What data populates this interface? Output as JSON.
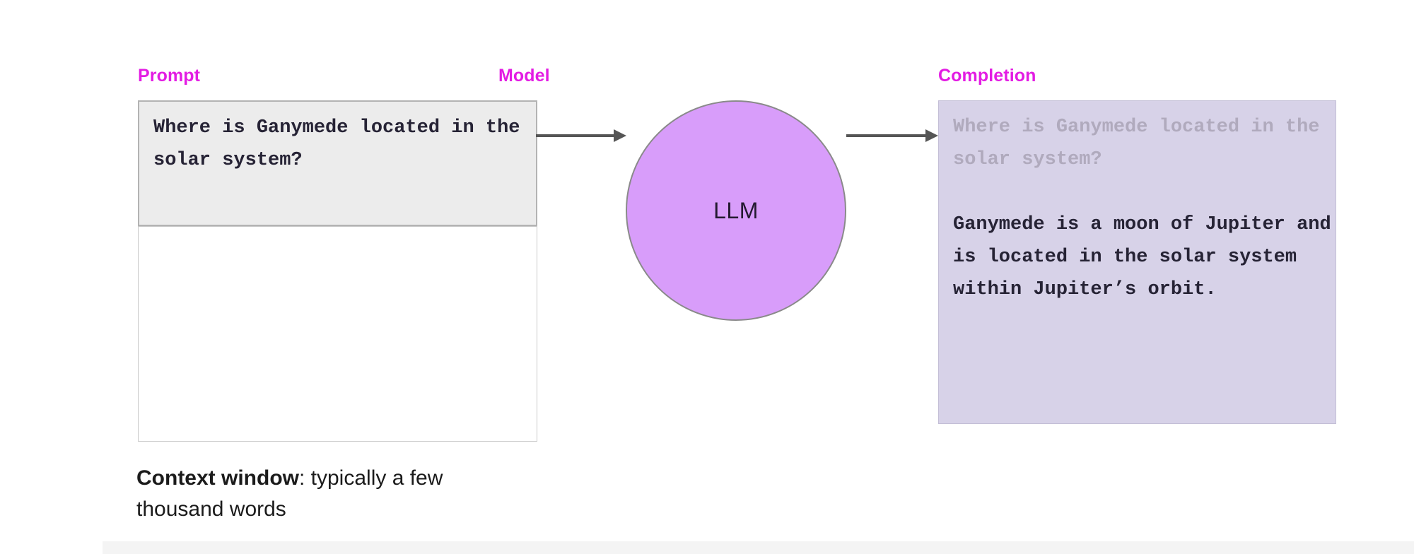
{
  "diagram": {
    "labels": {
      "prompt": "Prompt",
      "model": "Model",
      "completion": "Completion"
    },
    "accent_color": "#e31ce3",
    "prompt": {
      "text": "Where is Ganymede located in the solar system?",
      "box_fill": "#ececec",
      "box_border": "#b3b3b3"
    },
    "context_window": {
      "fill": "#ffffff",
      "border": "#c9c9c9"
    },
    "model": {
      "circle_label": "LLM",
      "circle_fill": "#d89dfa",
      "circle_border": "#8a8a8a"
    },
    "completion": {
      "echo_text": "Where is Ganymede located in the solar system?",
      "response_text": "Ganymede is a moon of Jupiter and is located in the solar system within Jupiter’s orbit.",
      "box_fill": "#d7d2e8",
      "box_border": "#c3bed6",
      "echo_color": "#b0aabd",
      "response_color": "#262335"
    },
    "arrows": {
      "prompt_to_model": "arrow-right",
      "model_to_completion": "arrow-right",
      "color": "#555555"
    },
    "caption": {
      "term": "Context window",
      "rest": ": typically a few thousand words"
    }
  }
}
